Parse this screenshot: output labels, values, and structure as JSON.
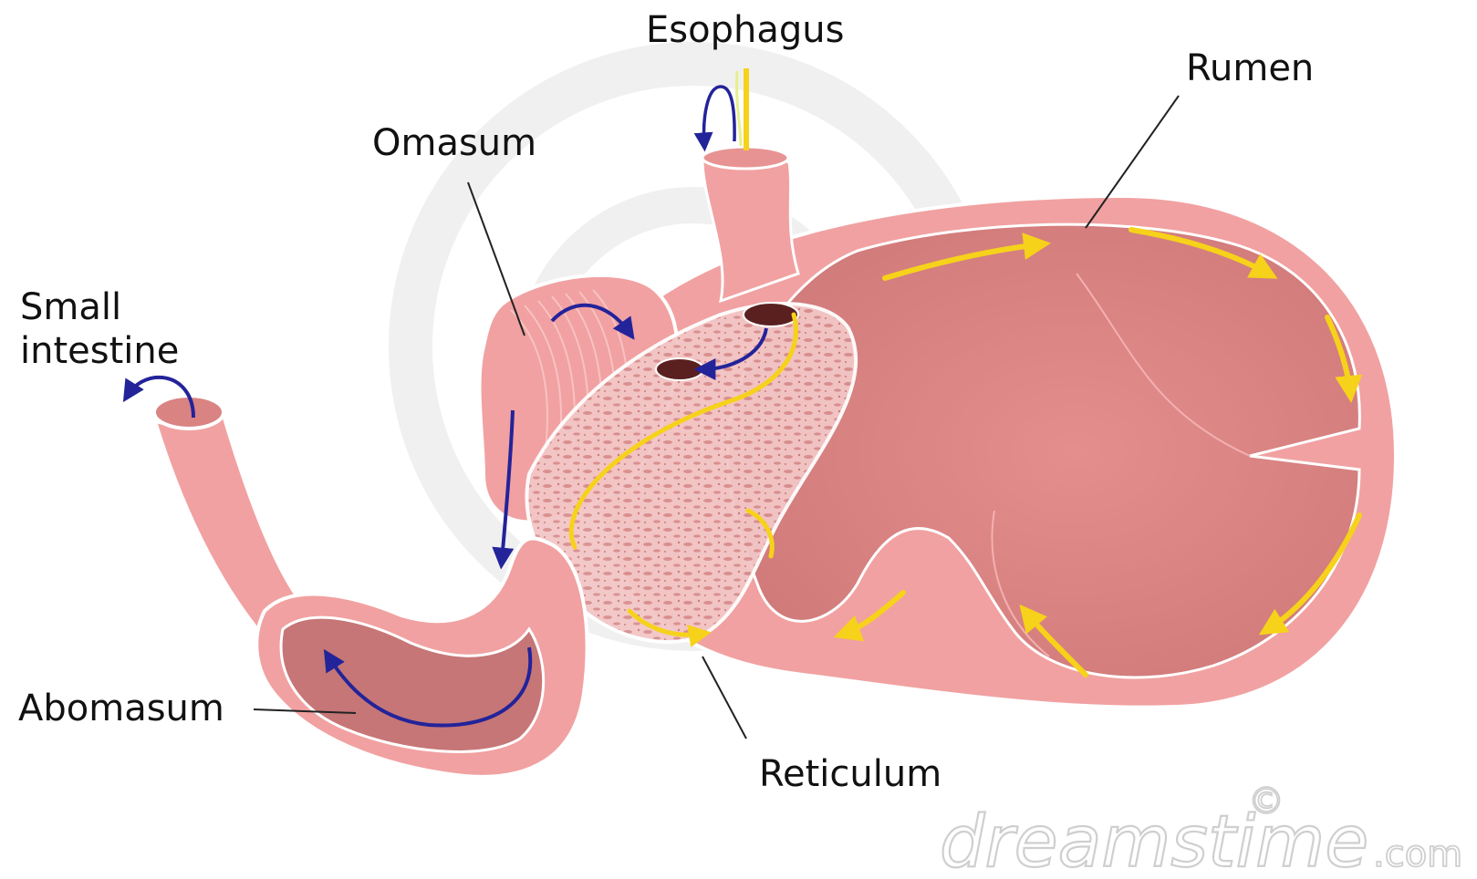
{
  "labels": {
    "esophagus": "Esophagus",
    "rumen": "Rumen",
    "omasum": "Omasum",
    "small_intestine_line1": "Small",
    "small_intestine_line2": "intestine",
    "abomasum": "Abomasum",
    "reticulum": "Reticulum"
  },
  "watermark": {
    "brand": "dreamstime",
    "suffix": ".com",
    "symbol": "©"
  },
  "colors": {
    "tissue": "#f2a3a3",
    "tissue_dark": "#d98383",
    "tissue_outline": "#ffffff",
    "inner_cavity": "#c47373",
    "feed_flow_arrow": "#f6d21a",
    "digesta_flow_arrow": "#23239a",
    "leader_line": "#222222"
  }
}
